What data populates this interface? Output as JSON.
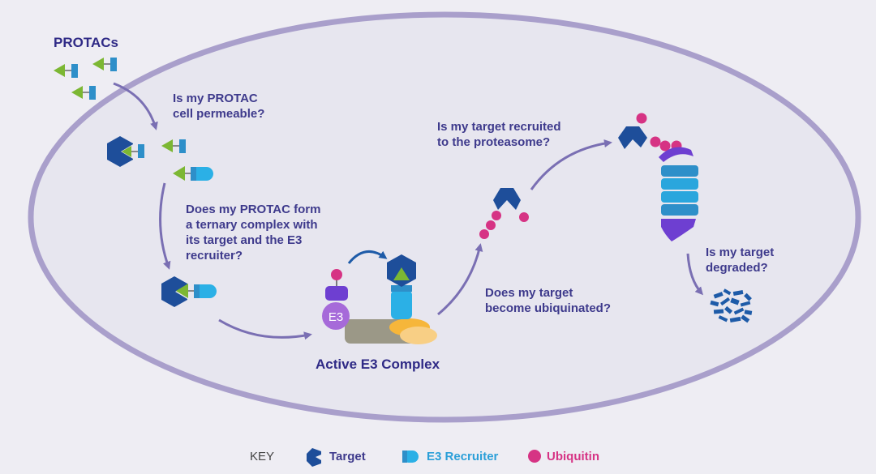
{
  "title": "PROTACs",
  "questions": {
    "permeable": "Is my PROTAC\ncell permeable?",
    "ternary": "Does my PROTAC form\na ternary complex with\nits target and the E3\nrecruiter?",
    "ubiquinated": "Does my target\nbecome ubiquinated?",
    "recruited": "Is my target recruited\nto the proteasome?",
    "degraded": "Is my target\ndegraded?"
  },
  "complex_label": "Active E3 Complex",
  "e3_badge": "E3",
  "key": {
    "heading": "KEY",
    "items": [
      {
        "label": "Target",
        "icon": "target-chevron-icon",
        "color": "#1e4e9a"
      },
      {
        "label": "E3 Recruiter",
        "icon": "e3-recruiter-icon",
        "color": "#2bb0e6"
      },
      {
        "label": "Ubiquitin",
        "icon": "ubiquitin-dot-icon",
        "color": "#d63384"
      }
    ]
  },
  "colors": {
    "cell_fill": "#e7e6ef",
    "cell_border": "#a99fcb",
    "arrow": "#7a6fb3",
    "target": "#1e4e9a",
    "recruiter": "#2bb0e6",
    "linker_green": "#7cb733",
    "ubiquitin": "#d63384",
    "e3_purple": "#a66ad9",
    "proteasome_blue": "#2aa6dd",
    "proteasome_purple": "#6e3fd1",
    "platform": "#9b9887",
    "orange": "#f6b63a"
  }
}
